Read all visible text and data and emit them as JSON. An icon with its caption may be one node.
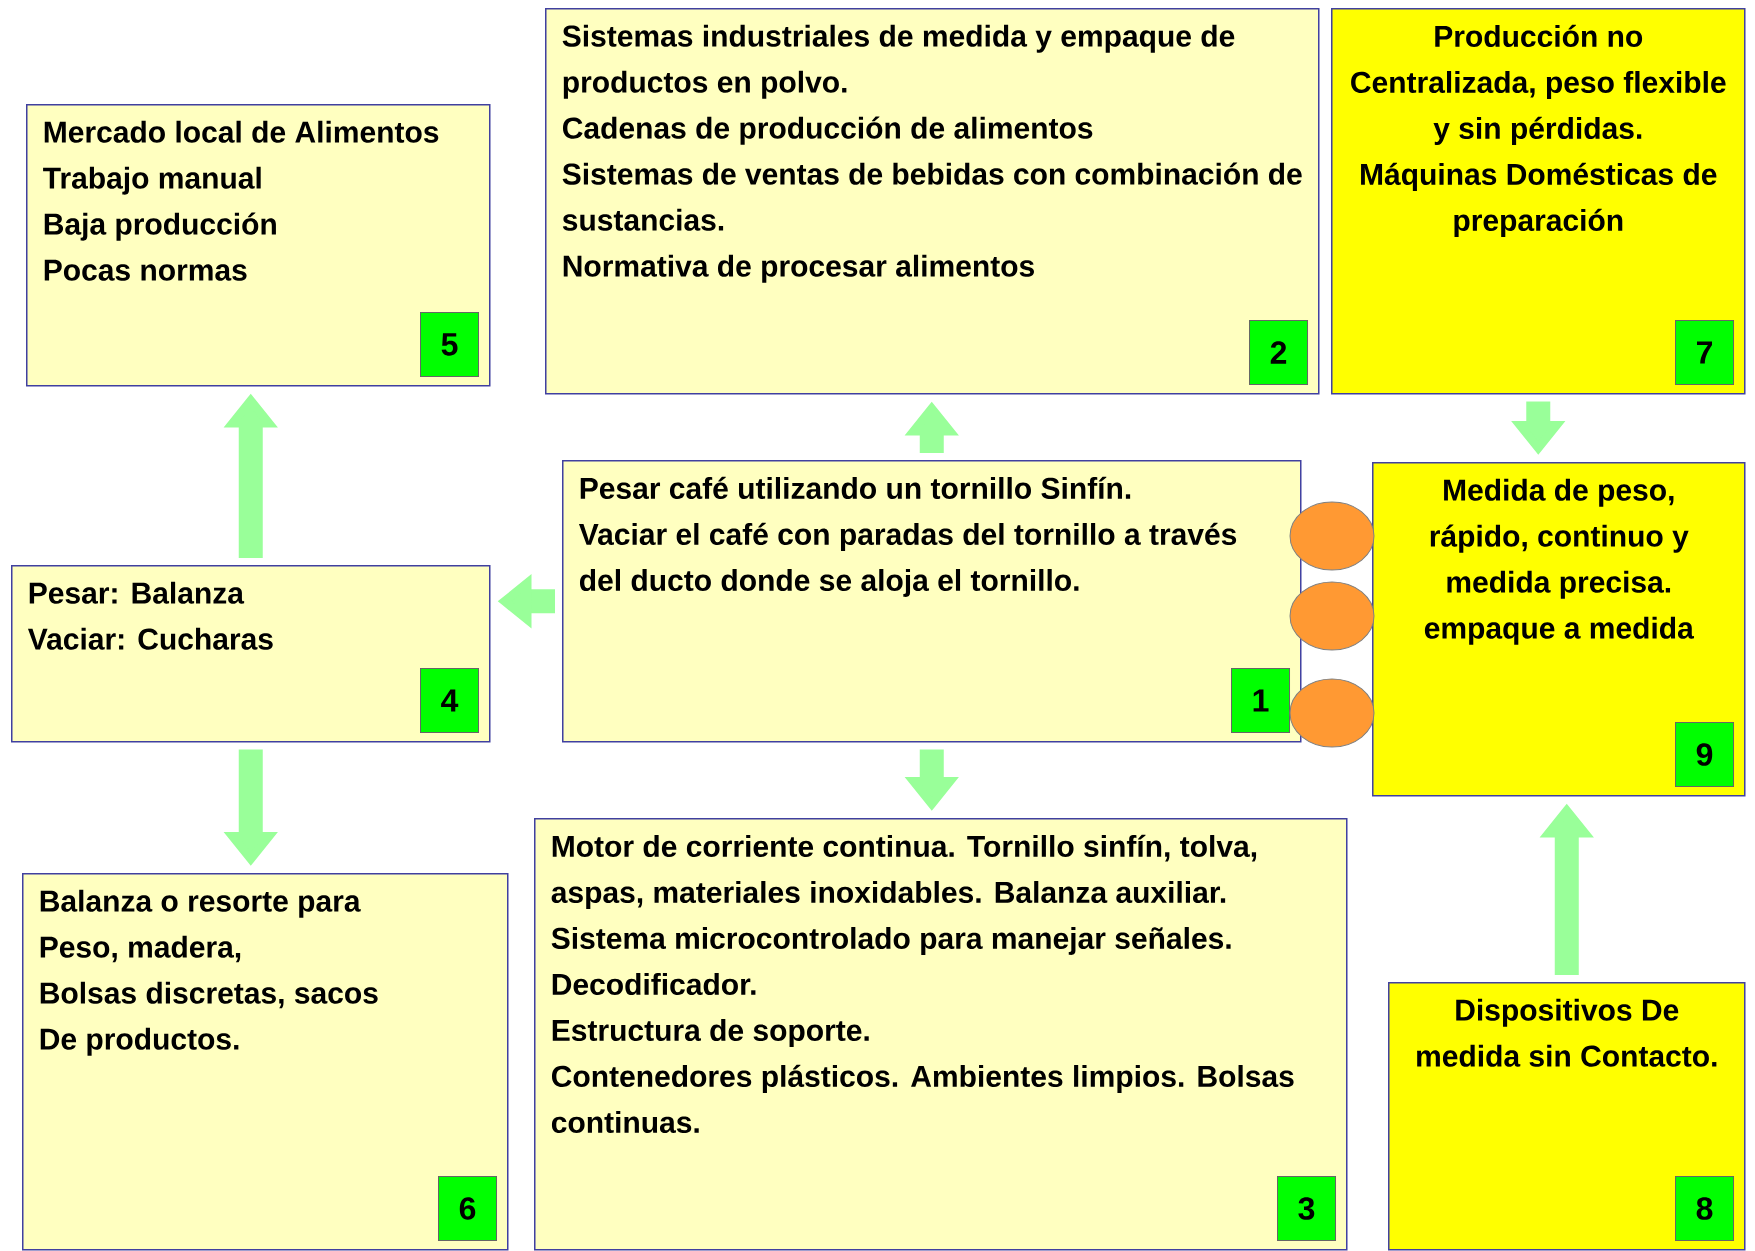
{
  "diagram": {
    "nodes": [
      {
        "text": [
          "Pesar café utilizando un tornillo Sinfín.",
          "Vaciar el café con paradas del tornillo a través del ducto donde se aloja el tornillo.",
          "1"
        ]
      },
      {
        "text": [
          "Sistemas industriales de medida y empaque de productos en polvo.",
          "Cadenas de producción de alimentos",
          "Sistemas de ventas de bebidas con combinación de sustancias.",
          "Normativa de procesar alimentos",
          "2"
        ]
      },
      {
        "text": [
          "Motor de corriente continua. Tornillo sinfín, tolva, aspas, materiales inoxidables. Balanza auxiliar.",
          "Sistema microcontrolado para manejar señales. Decodificador.",
          "Estructura de soporte.",
          "Contenedores plásticos. Ambientes limpios. Bolsas continuas.",
          "3"
        ]
      },
      {
        "text": [
          "Pesar: Balanza",
          "Vaciar: Cucharas",
          "4"
        ]
      },
      {
        "text": [
          "Mercado local de Alimentos",
          "Trabajo manual",
          "Baja producción",
          "Pocas normas",
          "5"
        ]
      },
      {
        "text": [
          "Balanza o resorte para",
          "Peso, madera,",
          "Bolsas discretas, sacos",
          "De productos.",
          "6"
        ]
      },
      {
        "text": [
          "Producción no Centralizada, peso flexible y sin pérdidas.",
          "Máquinas Domésticas de preparación",
          "7"
        ]
      },
      {
        "text": [
          "Dispositivos De medida sin Contacto.",
          "8"
        ]
      },
      {
        "text": [
          "Medida de peso, rápido, continuo y medida precisa.",
          "empaque a medida",
          "9"
        ]
      },
      {
        "text": [],
        "shape": "circle"
      },
      {
        "text": [],
        "shape": "circle"
      },
      {
        "text": [],
        "shape": "circle"
      }
    ],
    "edges": [
      {
        "from": 0,
        "to": 1,
        "arrow": "to"
      },
      {
        "from": 0,
        "to": 2,
        "arrow": "to"
      },
      {
        "from": 0,
        "to": 3,
        "arrow": "to"
      },
      {
        "from": 3,
        "to": 4,
        "arrow": "to"
      },
      {
        "from": 3,
        "to": 5,
        "arrow": "to"
      },
      {
        "from": 6,
        "to": 8,
        "arrow": "to"
      },
      {
        "from": 7,
        "to": 8,
        "arrow": "to"
      }
    ]
  }
}
